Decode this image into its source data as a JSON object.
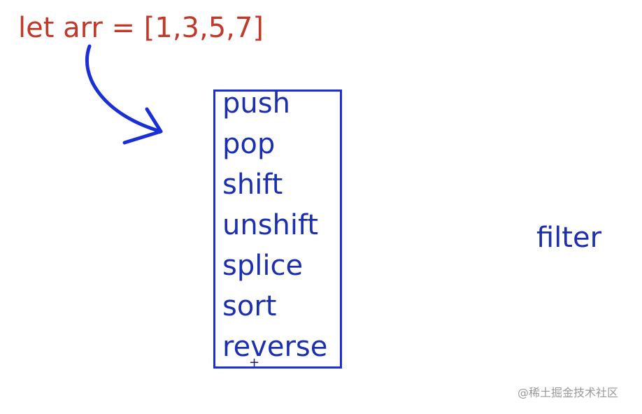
{
  "code": {
    "text": "let arr = [1,3,5,7]",
    "color": "#c0392b"
  },
  "methods": {
    "color": "#1c2fb0",
    "box_color": "#1a2fd6",
    "items": [
      "push",
      "pop",
      "shift",
      "unshift",
      "splice",
      "sort",
      "reverse"
    ]
  },
  "other": {
    "label": "filter"
  },
  "arrow": {
    "color": "#1a2fd6"
  },
  "watermark": {
    "text": "@稀土掘金技术社区"
  }
}
